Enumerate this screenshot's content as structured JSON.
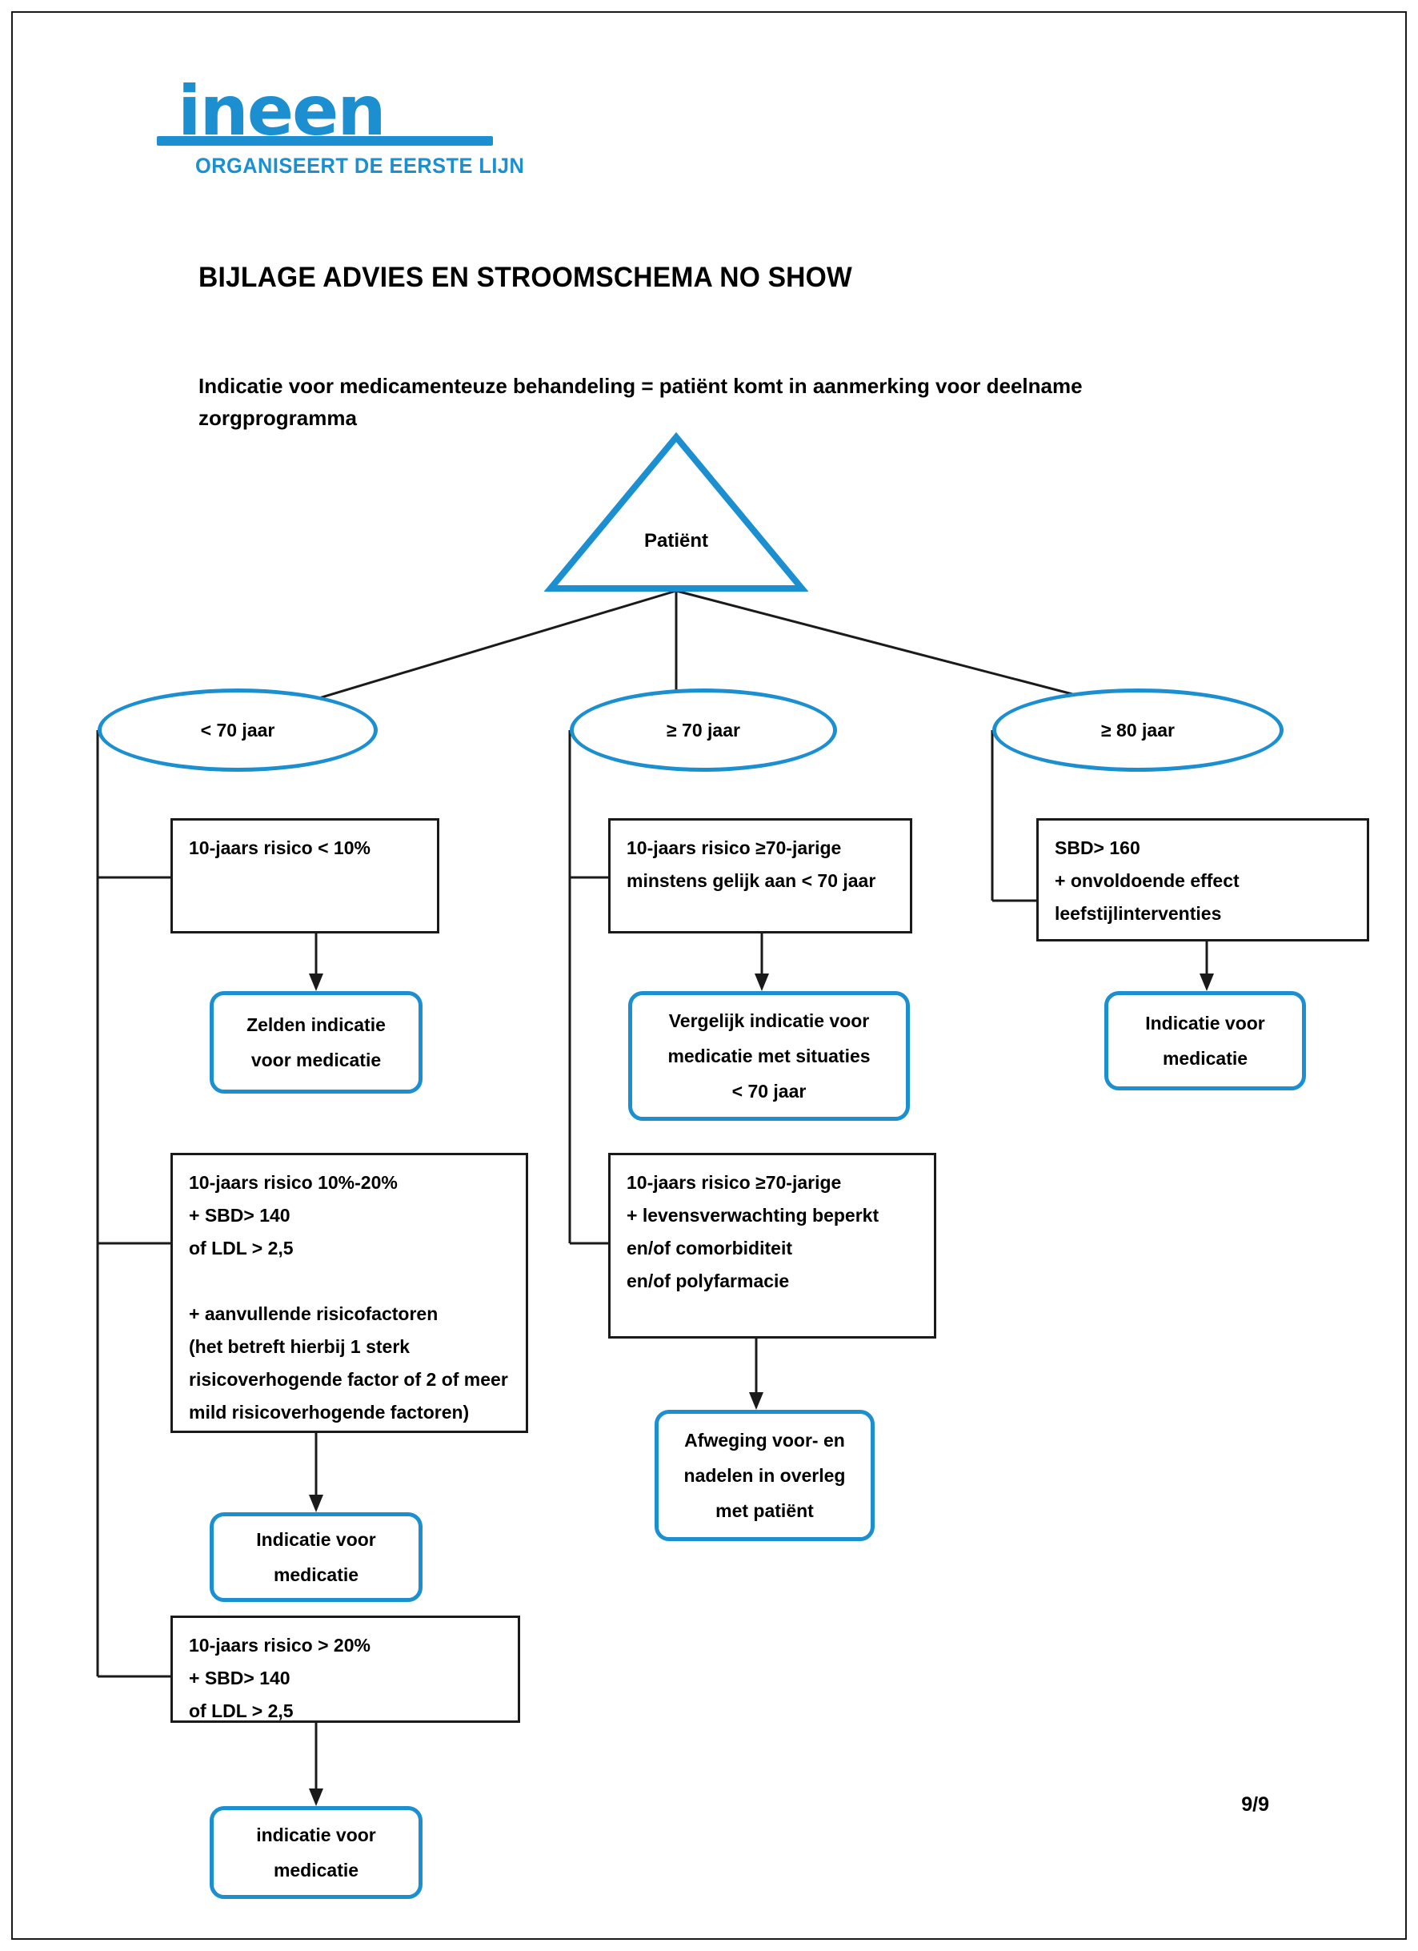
{
  "document": {
    "logo": {
      "wordmark": "ineen",
      "tagline": "ORGANISEERT DE EERSTE LIJN",
      "color": "#1b8fd0"
    },
    "title": "BIJLAGE ADVIES EN STROOMSCHEMA NO SHOW",
    "intro": "Indicatie voor medicamenteuze behandeling = patiënt komt in aanmerking voor deelname zorgprogramma",
    "page_number": "9/9"
  },
  "flowchart": {
    "root": {
      "label": "Patiënt",
      "shape": "triangle",
      "color": "#1b8fd0"
    },
    "branches": [
      {
        "id": "lt70",
        "label": "< 70 jaar",
        "shape": "ellipse"
      },
      {
        "id": "ge70",
        "label": "≥ 70 jaar",
        "shape": "ellipse"
      },
      {
        "id": "ge80",
        "label": "≥ 80 jaar",
        "shape": "ellipse"
      }
    ],
    "column_left": {
      "criteria_1": "10-jaars risico < 10%",
      "outcome_1": "Zelden indicatie\nvoor medicatie",
      "criteria_2": "10-jaars risico 10%-20%\n+ SBD> 140\nof LDL > 2,5\n\n+ aanvullende risicofactoren\n(het betreft hierbij 1 sterk\nrisicoverhogende factor of 2 of meer\nmild risicoverhogende factoren)",
      "outcome_2": "Indicatie voor\nmedicatie",
      "criteria_3": "10-jaars risico > 20%\n+ SBD> 140\nof LDL > 2,5",
      "outcome_3": "indicatie voor\nmedicatie"
    },
    "column_middle": {
      "criteria_1": "10-jaars risico ≥70-jarige\nminstens gelijk aan < 70 jaar",
      "outcome_1": "Vergelijk indicatie voor\nmedicatie met situaties\n< 70 jaar",
      "criteria_2": "10-jaars risico ≥70-jarige\n+ levensverwachting beperkt\nen/of comorbiditeit\nen/of polyfarmacie",
      "outcome_2": "Afweging voor- en\nnadelen in overleg\nmet patiënt"
    },
    "column_right": {
      "criteria_1": "SBD> 160\n+ onvoldoende effect\nleefstijlinterventies",
      "outcome_1": "Indicatie voor\nmedicatie"
    }
  }
}
